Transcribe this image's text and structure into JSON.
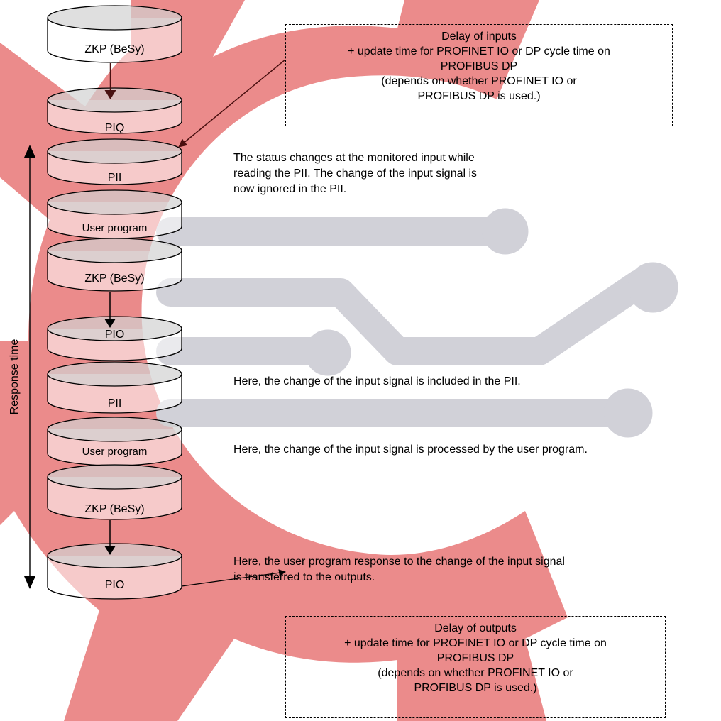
{
  "colors": {
    "watermark_red": "#e46464",
    "watermark_gray": "#c2c2cc",
    "disk_top_shade": "#d2d2d2",
    "stroke": "#000000",
    "arrow_dark": "#4a1010"
  },
  "axis_label": "Response time",
  "stack": [
    {
      "id": "zkp1",
      "label": "ZKP (BeSy)"
    },
    {
      "id": "piq",
      "label": "PIQ"
    },
    {
      "id": "pii1",
      "label": "PII"
    },
    {
      "id": "user1",
      "label": "User program"
    },
    {
      "id": "zkp2",
      "label": "ZKP (BeSy)"
    },
    {
      "id": "pio1",
      "label": "PIO"
    },
    {
      "id": "pii2",
      "label": "PII"
    },
    {
      "id": "user2",
      "label": "User program"
    },
    {
      "id": "zkp3",
      "label": "ZKP (BeSy)"
    },
    {
      "id": "pio2",
      "label": "PIO"
    }
  ],
  "input_box": {
    "lines": [
      "Delay of inputs",
      "+ update time for PROFINET IO or DP cycle time on",
      "PROFIBUS DP",
      "(depends on whether PROFINET IO or",
      "PROFIBUS DP is used.)"
    ]
  },
  "output_box": {
    "lines": [
      "Delay of outputs",
      "+ update time for PROFINET IO or DP cycle time on",
      "PROFIBUS DP",
      "(depends on whether PROFINET IO or",
      "PROFIBUS DP is used.)"
    ]
  },
  "notes": {
    "status": [
      "The status changes at the monitored input while",
      "reading the PII. The change of the input signal is",
      "now ignored in the PII."
    ],
    "included": "Here, the change of the input signal is included in the PII.",
    "processed": "Here, the change of the input signal is processed by the user program.",
    "transferred": [
      "Here, the user program response to the change of the input signal",
      "is transferred to the outputs."
    ]
  }
}
